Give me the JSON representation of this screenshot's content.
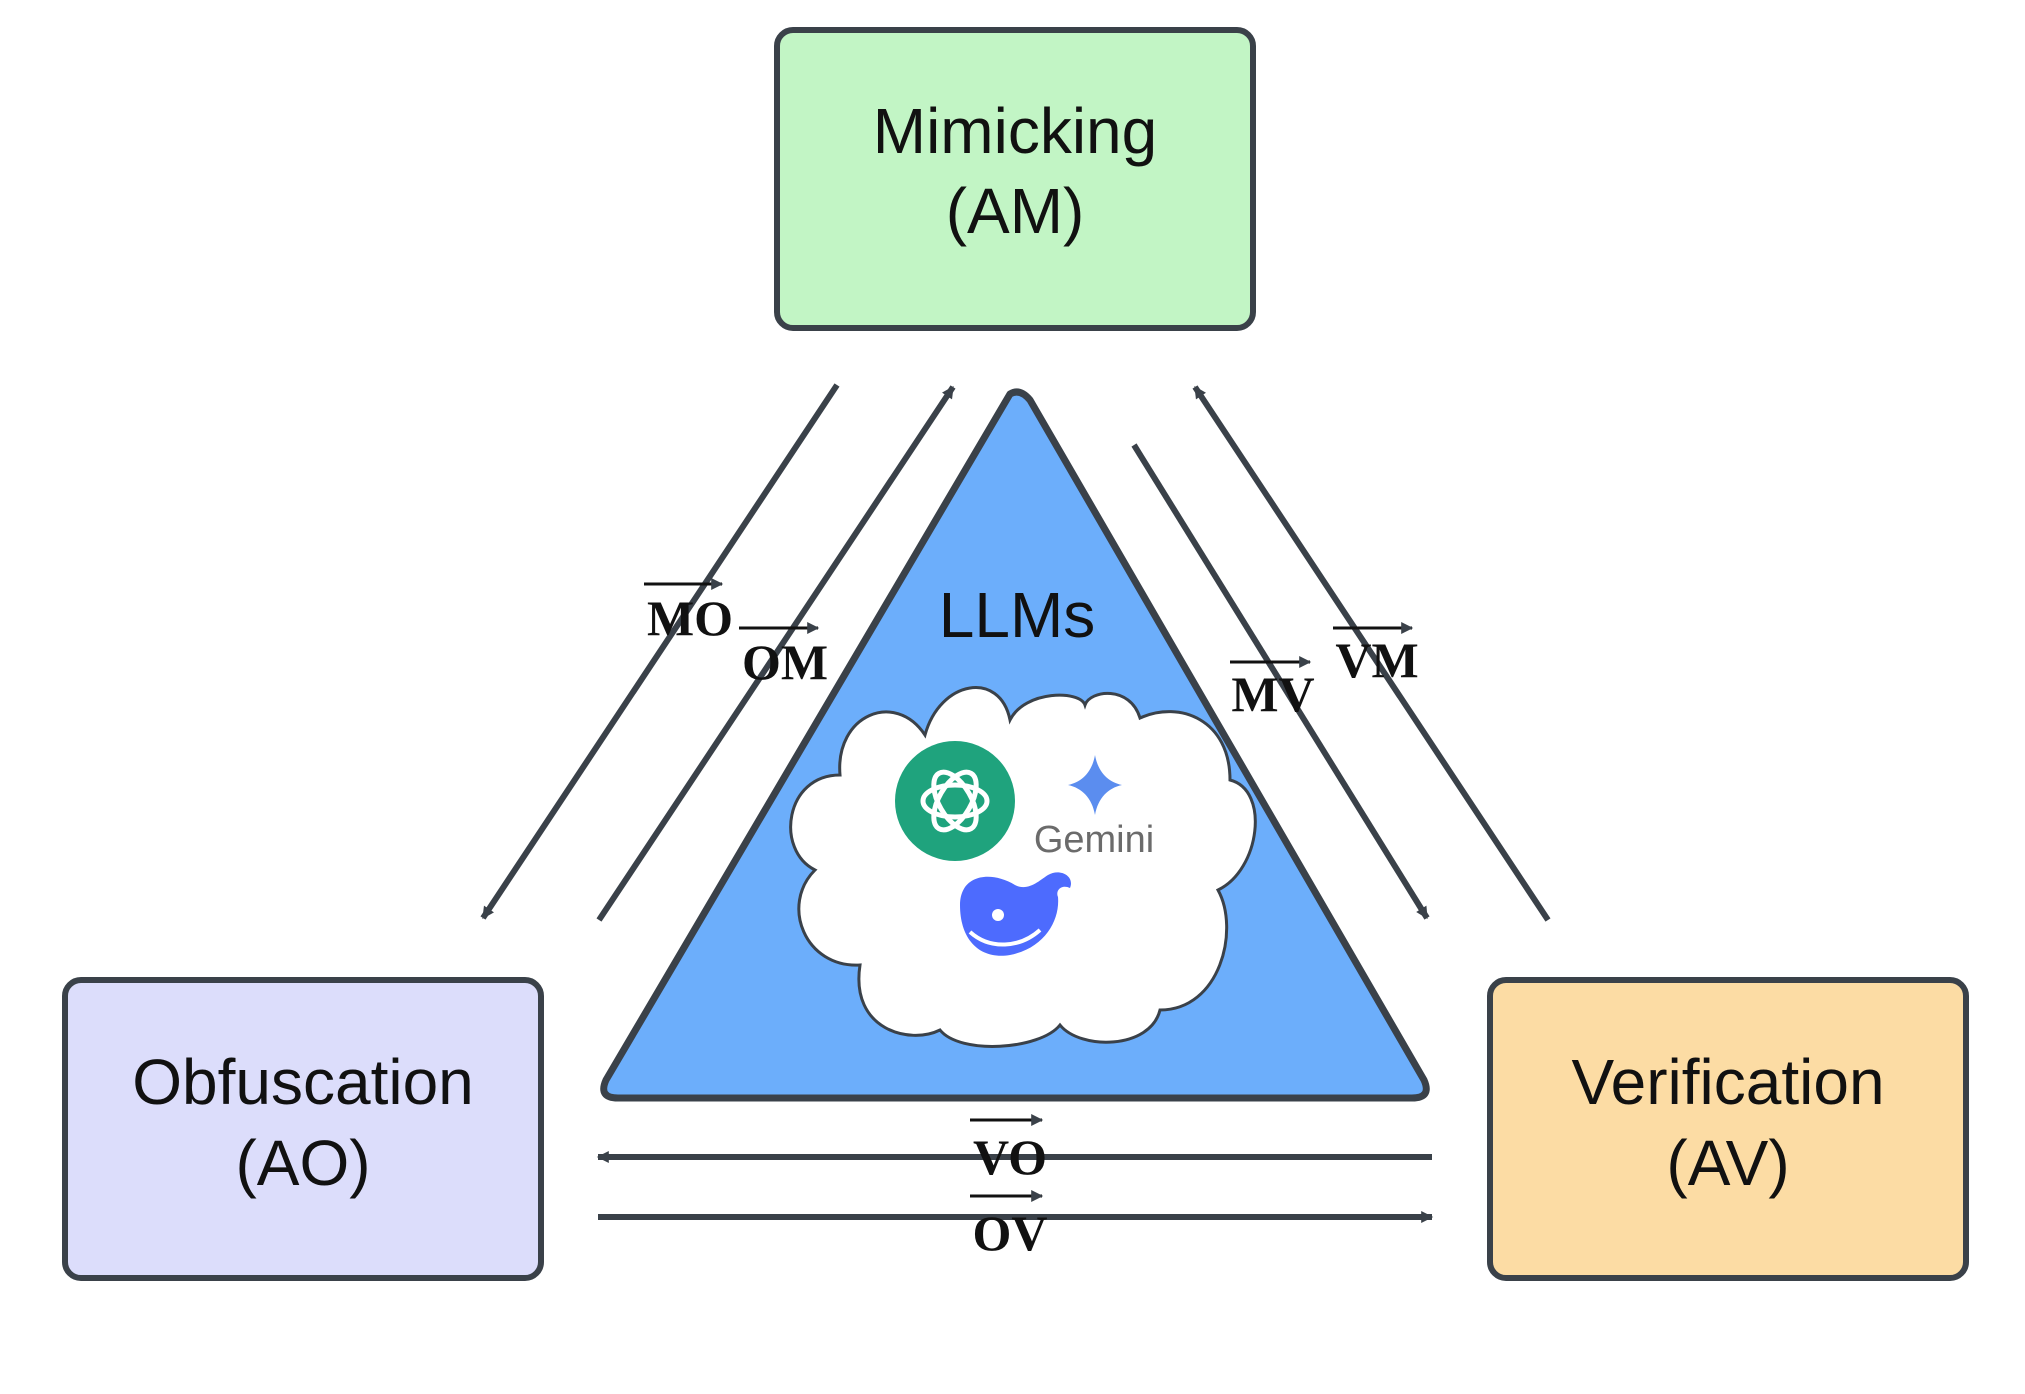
{
  "nodes": {
    "mimicking": {
      "name": "Mimicking",
      "abbr": "(AM)",
      "fill": "#c2f5c5"
    },
    "obfuscation": {
      "name": "Obfuscation",
      "abbr": "(AO)",
      "fill": "#dcddfb"
    },
    "verification": {
      "name": "Verification",
      "abbr": "(AV)",
      "fill": "#fcdca4"
    }
  },
  "center": {
    "title": "LLMs",
    "fill": "#6caefb"
  },
  "models": {
    "gemini_label": "Gemini",
    "openai_icon": "openai-logo-icon",
    "deepseek_icon": "deepseek-whale-icon",
    "gemini_icon": "gemini-sparkle-icon"
  },
  "edges": {
    "mo": "MO",
    "om": "OM",
    "mv": "MV",
    "vm": "VM",
    "vo": "VO",
    "ov": "OV"
  },
  "colors": {
    "stroke": "#3a4149",
    "openai_green": "#1fa37d",
    "deepseek_blue": "#4d6bfe"
  }
}
